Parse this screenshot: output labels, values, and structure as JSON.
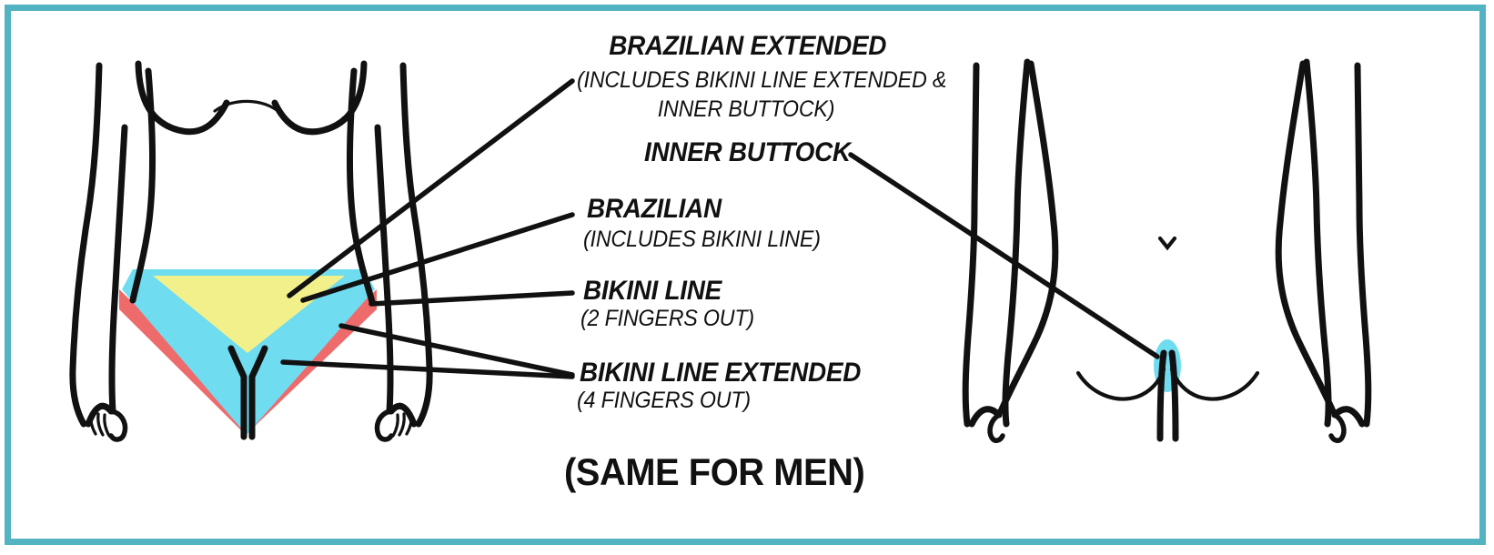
{
  "poster": {
    "border_color": "#52b4c2",
    "background_color": "#ffffff",
    "ink_color": "#111111"
  },
  "palette": {
    "bikini_line_extended": "#ee6b6b",
    "bikini_line": "#6fdcf0",
    "brazilian": "#f2f08a",
    "inner_buttock": "#6fdcf0"
  },
  "labels": {
    "brazilian_extended": {
      "title": "BRAZILIAN EXTENDED",
      "sub_line1": "(INCLUDES BIKINI LINE EXTENDED &",
      "sub_line2": "INNER BUTTOCK)"
    },
    "inner_buttock": {
      "title": "INNER BUTTOCK"
    },
    "brazilian": {
      "title": "BRAZILIAN",
      "sub": "(INCLUDES BIKINI LINE)"
    },
    "bikini_line": {
      "title": "BIKINI LINE",
      "sub": "(2 FINGERS OUT)"
    },
    "bikini_line_extended": {
      "title": "BIKINI LINE EXTENDED",
      "sub": "(4 FINGERS OUT)"
    },
    "footer": "(SAME FOR MEN)"
  },
  "figures": {
    "front": {
      "name": "front-body-diagram",
      "view": "front",
      "regions": [
        "bikini-line-extended",
        "bikini-line",
        "brazilian"
      ]
    },
    "back": {
      "name": "back-body-diagram",
      "view": "back",
      "regions": [
        "inner-buttock"
      ]
    }
  }
}
